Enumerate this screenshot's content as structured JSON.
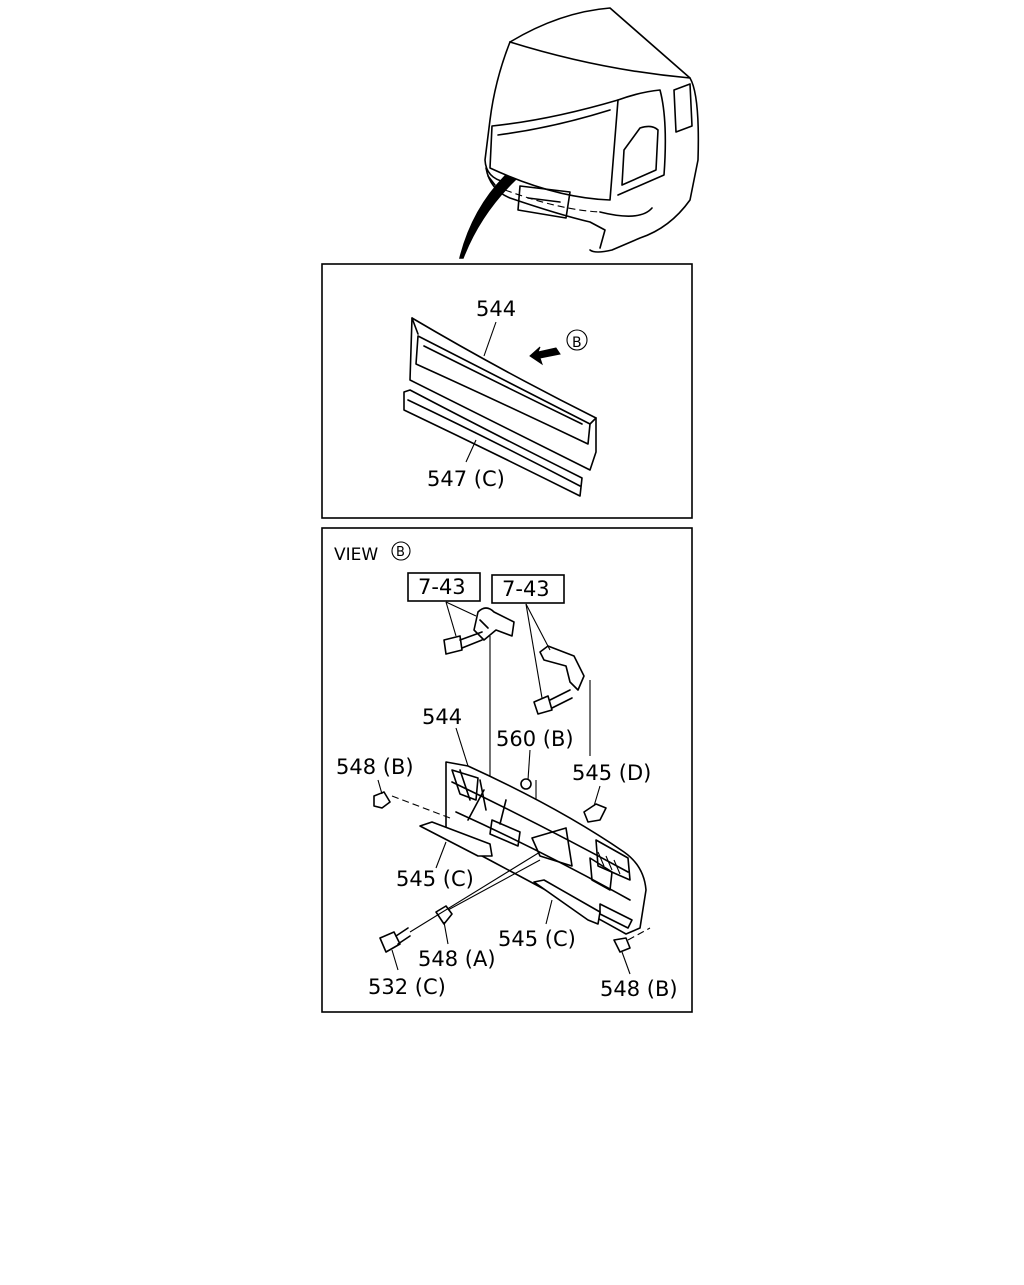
{
  "top_panel": {
    "label_grille": "544",
    "label_view_ref": "B",
    "label_molding": "547 (C)"
  },
  "view_panel": {
    "title": "VIEW",
    "title_ref": "B",
    "ref_box_left": "7-43",
    "ref_box_right": "7-43",
    "label_grille": "544",
    "label_clip_560b": "560 (B)",
    "label_548b_left": "548 (B)",
    "label_545d": "545 (D)",
    "label_545c_left": "545 (C)",
    "label_545c_right": "545 (C)",
    "label_548a": "548 (A)",
    "label_532c": "532 (C)",
    "label_548b_right": "548 (B)"
  }
}
